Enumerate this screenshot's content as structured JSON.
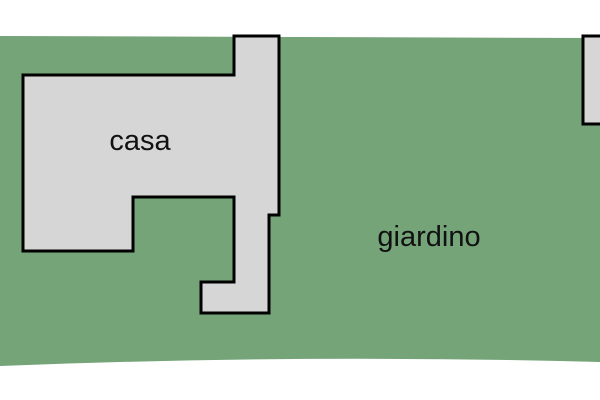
{
  "plan": {
    "colors": {
      "page_background": "#ffffff",
      "garden_fill": "#74a478",
      "building_fill": "#d6d6d6",
      "outline": "#000000",
      "label_text": "#111111"
    },
    "areas": [
      {
        "id": "garden",
        "label": "giardino",
        "kind": "open-space"
      },
      {
        "id": "house",
        "label": "casa",
        "kind": "building"
      }
    ]
  }
}
